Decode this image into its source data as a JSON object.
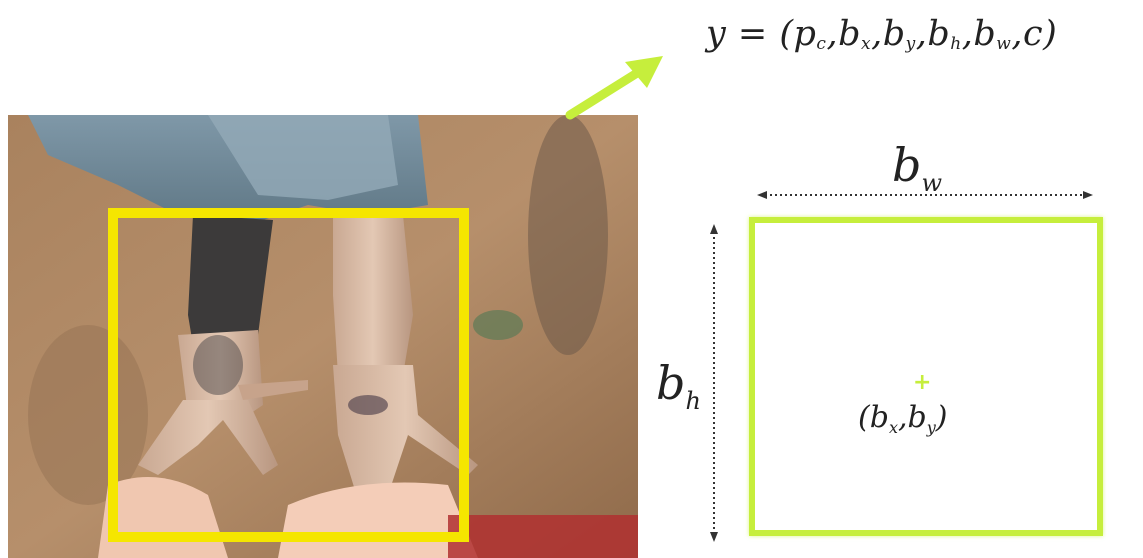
{
  "formula": {
    "prefix": "y = (",
    "p": "p",
    "p_sub": "c",
    "bx": "b",
    "bx_sub": "x",
    "by": "b",
    "by_sub": "y",
    "bh": "b",
    "bh_sub": "h",
    "bw": "b",
    "bw_sub": "w",
    "c": "c",
    "suffix": ")"
  },
  "width_label": {
    "main": "b",
    "sub": "w"
  },
  "height_label": {
    "main": "b",
    "sub": "h"
  },
  "center_label": {
    "open": "(",
    "bx": "b",
    "bx_sub": "x",
    "by": "b",
    "by_sub": "y",
    "close": ")"
  },
  "colors": {
    "photo_box": "#f5e600",
    "diagram_box": "#c6ee3c",
    "arrow": "#c6ee3c",
    "text": "#222222"
  }
}
